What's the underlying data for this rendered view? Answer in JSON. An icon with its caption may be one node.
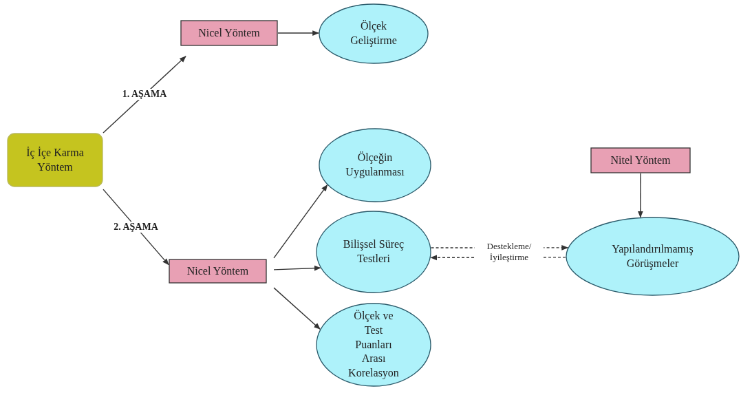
{
  "diagram": {
    "nodes": [
      {
        "text": [
          "İç İçe Karma Yöntem"
        ]
      },
      {
        "text": [
          "Nicel Yöntem"
        ]
      },
      {
        "text": [
          "Ölçek Geliştirme"
        ]
      },
      {
        "text": [
          "Ölçeğin Uygulanması"
        ]
      },
      {
        "text": [
          "Nicel Yöntem"
        ]
      },
      {
        "text": [
          "Bilişsel Süreç Testleri"
        ]
      },
      {
        "text": [
          "Ölçek ve Test Puanları Arası Korelasyon"
        ]
      },
      {
        "text": [
          "Nitel Yöntem"
        ]
      },
      {
        "text": [
          "Yapılandırılmamış Görüşmeler"
        ]
      }
    ],
    "edges": [
      {
        "from": 0,
        "to": 1,
        "arrow": "to",
        "label": "1. AŞAMA"
      },
      {
        "from": 1,
        "to": 2,
        "arrow": "to"
      },
      {
        "from": 0,
        "to": 4,
        "arrow": "to",
        "label": "2. AŞAMA"
      },
      {
        "from": 4,
        "to": 3,
        "arrow": "to"
      },
      {
        "from": 4,
        "to": 5,
        "arrow": "to"
      },
      {
        "from": 4,
        "to": 6,
        "arrow": "to"
      },
      {
        "from": 7,
        "to": 8,
        "arrow": "to"
      },
      {
        "from": 5,
        "to": 8,
        "arrow": "to",
        "style": "dashed"
      },
      {
        "from": 8,
        "to": 5,
        "arrow": "to",
        "style": "dashed"
      }
    ],
    "labels": [
      "Destekleme/ İyileştirme"
    ]
  }
}
